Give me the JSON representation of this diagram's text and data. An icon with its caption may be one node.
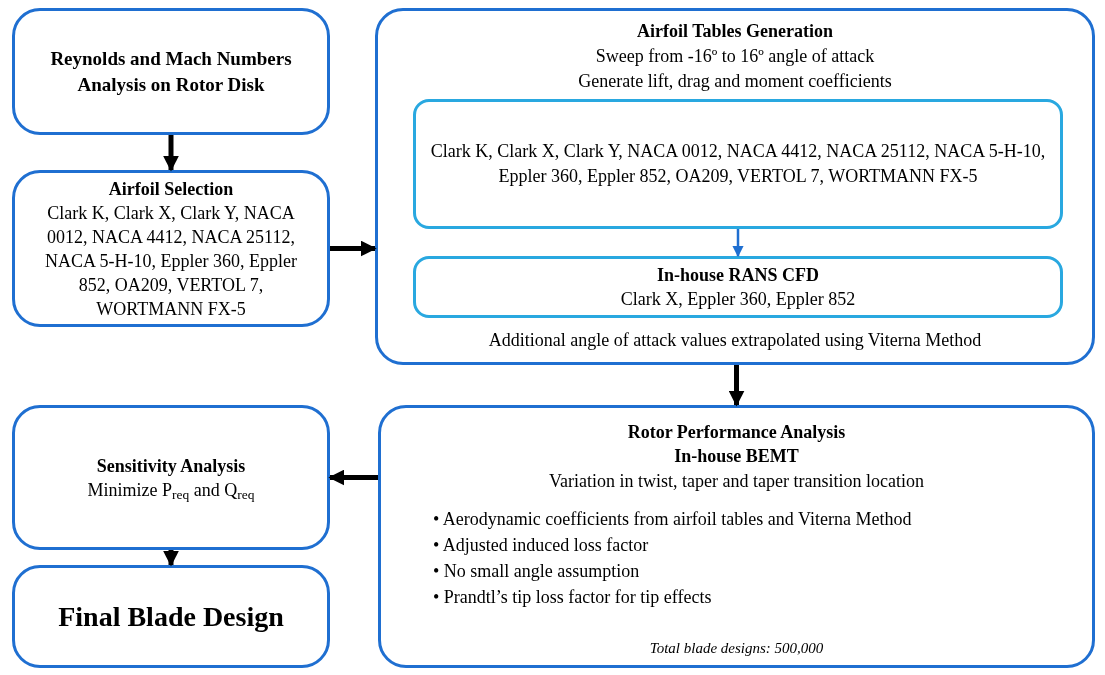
{
  "diagram": {
    "nodes": [
      {
        "text": [
          "Reynolds and Mach Numbers Analysis on Rotor Disk"
        ]
      },
      {
        "text": [
          "Airfoil Selection",
          "Clark K, Clark X, Clark Y, NACA 0012, NACA 4412, NACA 25112, NACA 5-H-10, Eppler 360, Eppler 852, OA209, VERTOL 7, WORTMANN FX-5"
        ]
      },
      {
        "text": [
          "Airfoil Tables Generation",
          "Sweep from -16º to 16º angle of attack",
          "Generate lift, drag and moment coefficients",
          "Additional angle of attack values extrapolated using Viterna Method"
        ]
      },
      {
        "text": [
          "Clark K, Clark X, Clark Y, NACA 0012, NACA 4412, NACA 25112, NACA 5-H-10, Eppler 360, Eppler 852, OA209, VERTOL 7, WORTMANN FX-5"
        ],
        "in": 2
      },
      {
        "text": [
          "In-house RANS CFD",
          "Clark X, Eppler 360, Eppler 852"
        ],
        "in": 2
      },
      {
        "text": [
          "Rotor Performance Analysis",
          "In-house BEMT",
          "Variation in twist, taper and taper transition location",
          "• Aerodynamic coefficients from airfoil tables and Viterna Method",
          "• Adjusted induced loss factor",
          "• No small angle assumption",
          "• Prandtl’s tip loss factor for tip effects",
          "Total blade designs: 500,000"
        ]
      },
      {
        "text": [
          "Sensitivity Analysis",
          "Minimize P$_{req}$ and Q$_{req}$"
        ]
      },
      {
        "text": [
          "Final Blade Design"
        ]
      }
    ],
    "edges": [
      {
        "from": 0,
        "to": 1,
        "arrow": "to"
      },
      {
        "from": 1,
        "to": 2,
        "arrow": "to"
      },
      {
        "from": 3,
        "to": 4,
        "arrow": "to",
        "color": "#1f6fd1"
      },
      {
        "from": 2,
        "to": 5,
        "arrow": "to"
      },
      {
        "from": 5,
        "to": 6,
        "arrow": "to"
      },
      {
        "from": 6,
        "to": 7,
        "arrow": "to"
      }
    ]
  }
}
